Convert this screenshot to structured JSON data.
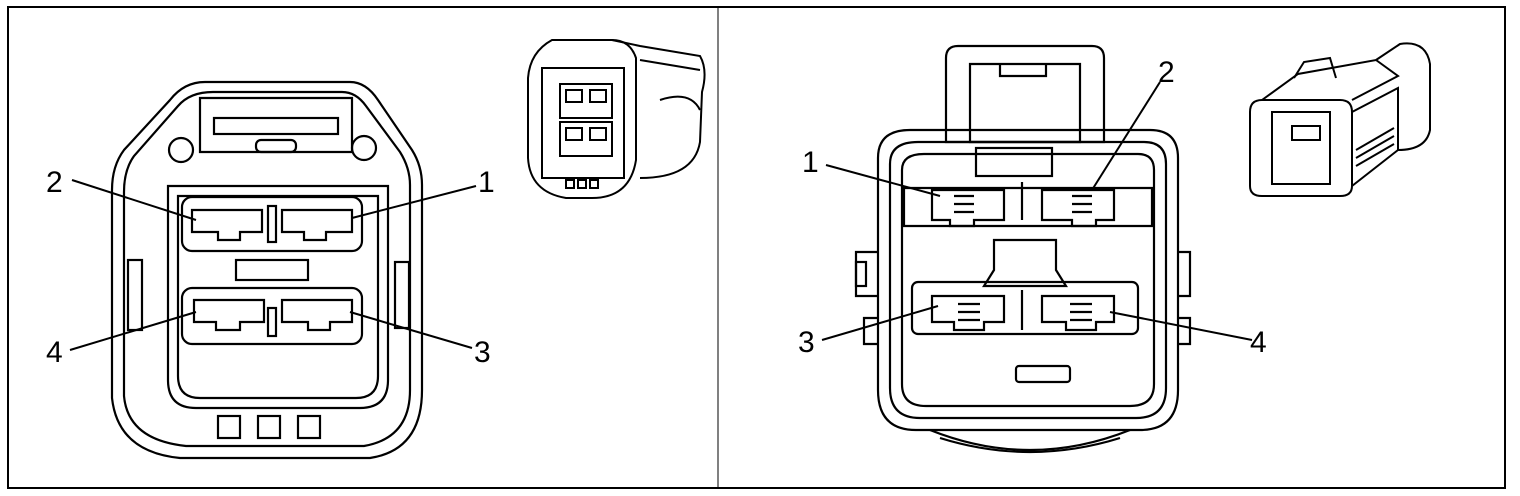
{
  "left_panel": {
    "pin_labels": [
      "2",
      "1",
      "4",
      "3"
    ]
  },
  "right_panel": {
    "pin_labels": [
      "1",
      "2",
      "3",
      "4"
    ]
  },
  "colors": {
    "line": "#000000",
    "background": "#ffffff"
  }
}
